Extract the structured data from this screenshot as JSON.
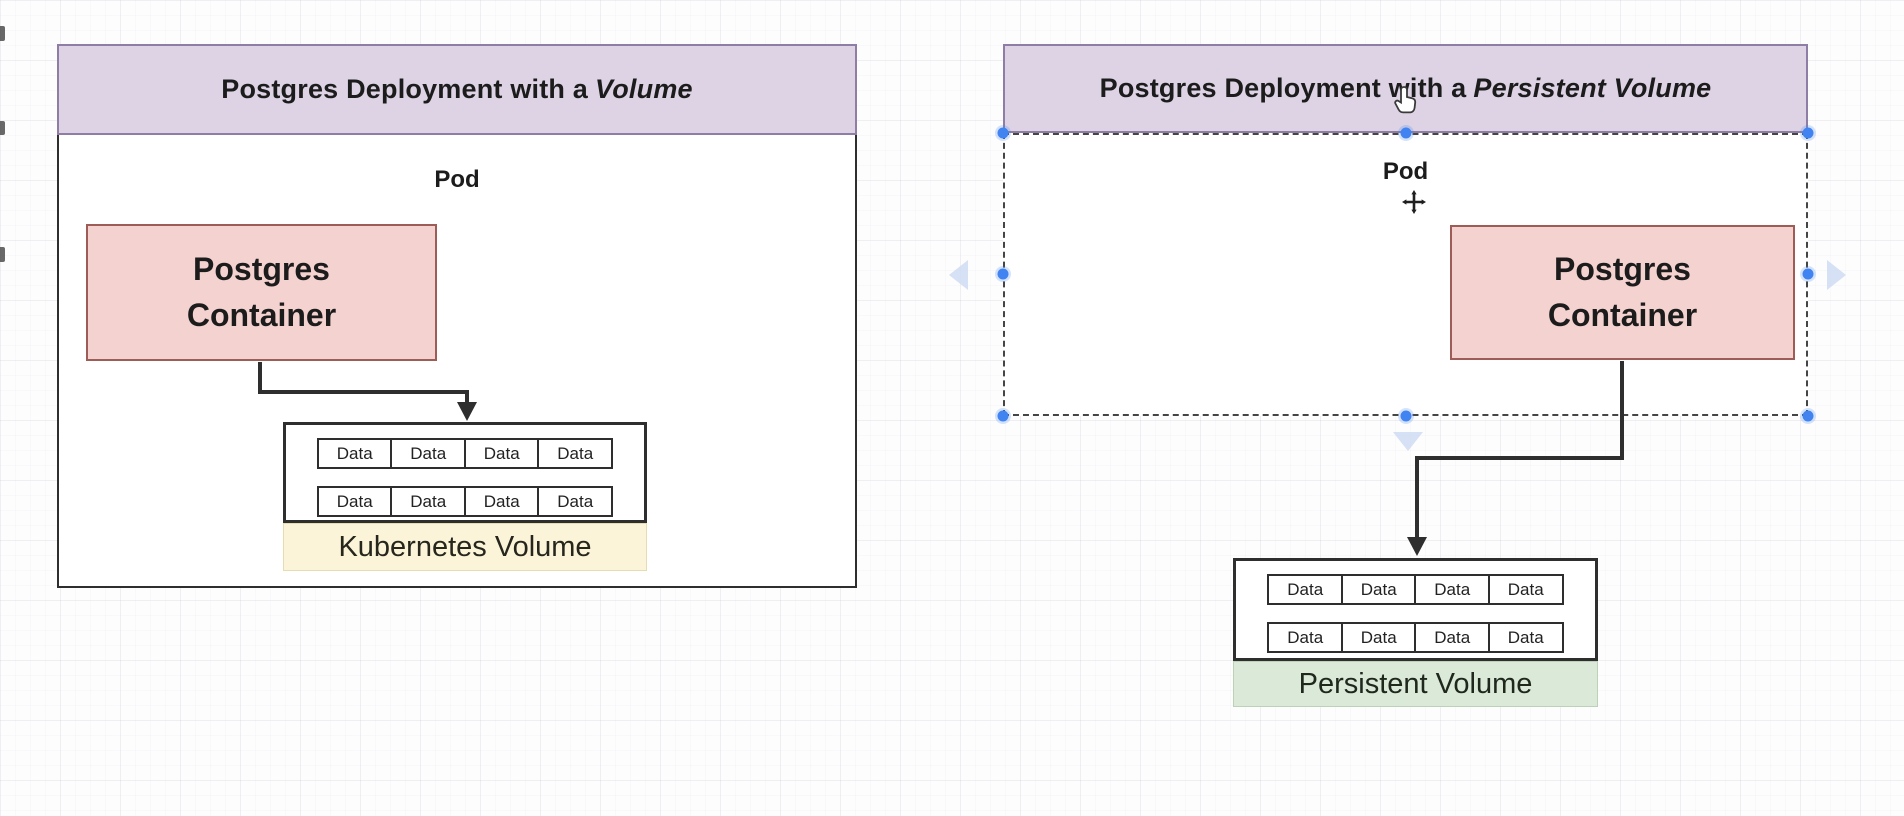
{
  "colors": {
    "header_bg": "#ddd3e5",
    "header_border": "#8e7ea6",
    "container_bg": "#f4d2cf",
    "container_border": "#9d5c55",
    "frame_border": "#2e2e2e",
    "kubernetes_volume_bg": "#fbf4d8",
    "persistent_volume_bg": "#dbe9d8",
    "selection_handle_blue": "#4183f0",
    "direction_chevron_blue": "#cfdcf3"
  },
  "diagrams": [
    {
      "title_prefix": "Postgres Deployment with a",
      "title_emphasis": "Volume",
      "pod_label": "Pod",
      "container_line1": "Postgres",
      "container_line2": "Container",
      "data_cells": [
        "Data",
        "Data",
        "Data",
        "Data",
        "Data",
        "Data",
        "Data",
        "Data"
      ],
      "volume_label": "Kubernetes Volume"
    },
    {
      "title_prefix": "Postgres Deployment with a",
      "title_emphasis": "Persistent Volume",
      "pod_label": "Pod",
      "container_line1": "Postgres",
      "container_line2": "Container",
      "data_cells": [
        "Data",
        "Data",
        "Data",
        "Data",
        "Data",
        "Data",
        "Data",
        "Data"
      ],
      "volume_label": "Persistent Volume"
    }
  ]
}
